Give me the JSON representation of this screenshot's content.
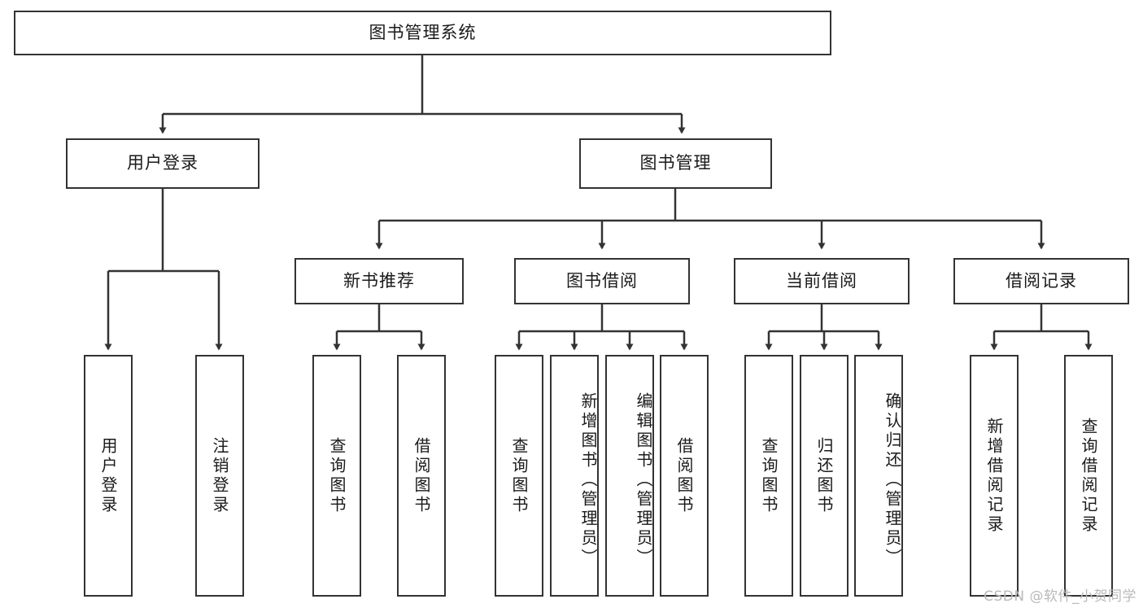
{
  "diagram": {
    "title": "图书管理系统",
    "type": "tree-hierarchy",
    "root": {
      "label": "图书管理系统"
    },
    "level2": [
      {
        "label": "用户登录"
      },
      {
        "label": "图书管理"
      }
    ],
    "level3": [
      {
        "label": "新书推荐"
      },
      {
        "label": "图书借阅"
      },
      {
        "label": "当前借阅"
      },
      {
        "label": "借阅记录"
      }
    ],
    "leaves": {
      "user_login": [
        {
          "label": "用户登录"
        },
        {
          "label": "注销登录"
        }
      ],
      "new_book_recommend": [
        {
          "label": "查询图书"
        },
        {
          "label": "借阅图书"
        }
      ],
      "book_borrow": [
        {
          "label": "查询图书"
        },
        {
          "label": "新增图书（管理员）"
        },
        {
          "label": "编辑图书（管理员）"
        },
        {
          "label": "借阅图书"
        }
      ],
      "current_borrow": [
        {
          "label": "查询图书"
        },
        {
          "label": "归还图书"
        },
        {
          "label": "确认归还（管理员）"
        }
      ],
      "borrow_record": [
        {
          "label": "新增借阅记录"
        },
        {
          "label": "查询借阅记录"
        }
      ]
    }
  },
  "watermark": {
    "text": "CSDN @软件_小贺同学"
  },
  "colors": {
    "stroke": "#333333",
    "box_fill": "#ffffff",
    "text": "#1a1a1a",
    "watermark": "#b9b9b9"
  }
}
